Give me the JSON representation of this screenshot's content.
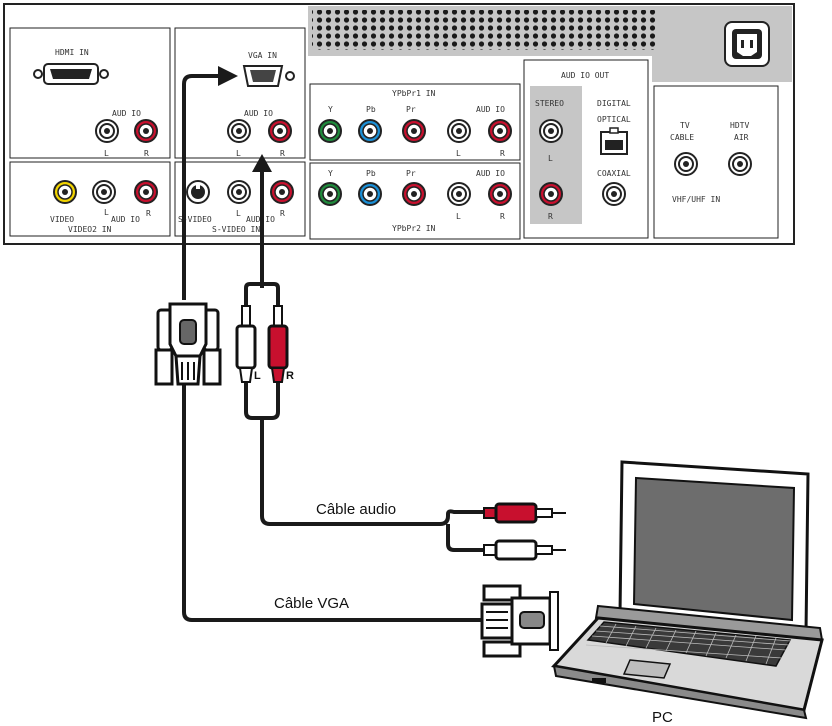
{
  "panel": {
    "hdmi": {
      "title": "HDMI IN",
      "audio": "AUD IO",
      "left": "L",
      "right": "R"
    },
    "vga": {
      "title": "VGA  IN",
      "audio": "AUD IO",
      "left": "L",
      "right": "R"
    },
    "ypbpr1": {
      "title": "YPbPr1 IN",
      "y": "Y",
      "pb": "Pb",
      "pr": "Pr",
      "audio": "AUD IO",
      "left": "L",
      "right": "R"
    },
    "ypbpr2": {
      "title": "YPbPr2 IN",
      "y": "Y",
      "pb": "Pb",
      "pr": "Pr",
      "audio": "AUD IO",
      "left": "L",
      "right": "R"
    },
    "video2": {
      "title": "VIDEO2 IN",
      "video": "VIDEO",
      "audio": "AUD IO",
      "left": "L",
      "right": "R"
    },
    "svideo": {
      "title": "S-VIDEO  IN",
      "svideo": "S-VIDEO",
      "audio": "AUD IO",
      "left": "L",
      "right": "R"
    },
    "audio_out": {
      "title": "AUD IO OUT",
      "stereo": "STEREO",
      "left": "L",
      "right": "R",
      "digital": "DIGITAL",
      "optical": "OPTICAL",
      "coaxial": "COAXIAL"
    },
    "rf": {
      "tv": "TV",
      "cable": "CABLE",
      "hdtv": "HDTV",
      "air": "AIR",
      "title": "VHF/UHF IN"
    }
  },
  "cables": {
    "audio_label": "Câble audio",
    "vga_label": "Câble VGA",
    "plug_left": "L",
    "plug_right": "R"
  },
  "pc_label": "PC",
  "colors": {
    "red": "#c8102e",
    "green": "#1f8a3c",
    "blue": "#1a8fd6",
    "yellow": "#f2d400",
    "panel_gray": "#c6c6c6"
  }
}
